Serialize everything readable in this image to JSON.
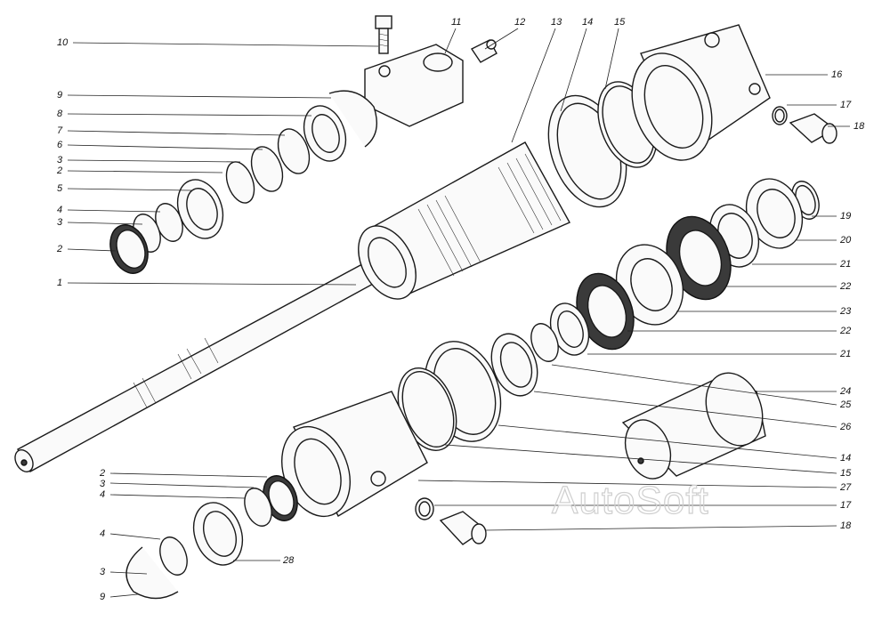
{
  "watermark": "AutoSoft",
  "labels": {
    "l10": "10",
    "l11": "11",
    "l12": "12",
    "l13": "13",
    "l14a": "14",
    "l15a": "15",
    "l16": "16",
    "l9a": "9",
    "l8": "8",
    "l7": "7",
    "l6": "6",
    "l3a": "3",
    "l2a": "2",
    "l5": "5",
    "l4a": "4",
    "l3b": "3",
    "l2b": "2",
    "l1": "1",
    "l17a": "17",
    "l18a": "18",
    "l19": "19",
    "l20": "20",
    "l21a": "21",
    "l22a": "22",
    "l23": "23",
    "l22b": "22",
    "l21b": "21",
    "l24": "24",
    "l25": "25",
    "l26": "26",
    "l14b": "14",
    "l15b": "15",
    "l27": "27",
    "l17b": "17",
    "l18b": "18",
    "l2c": "2",
    "l3c": "3",
    "l4b": "4",
    "l4c": "4",
    "l28": "28",
    "l3d": "3",
    "l9b": "9"
  }
}
